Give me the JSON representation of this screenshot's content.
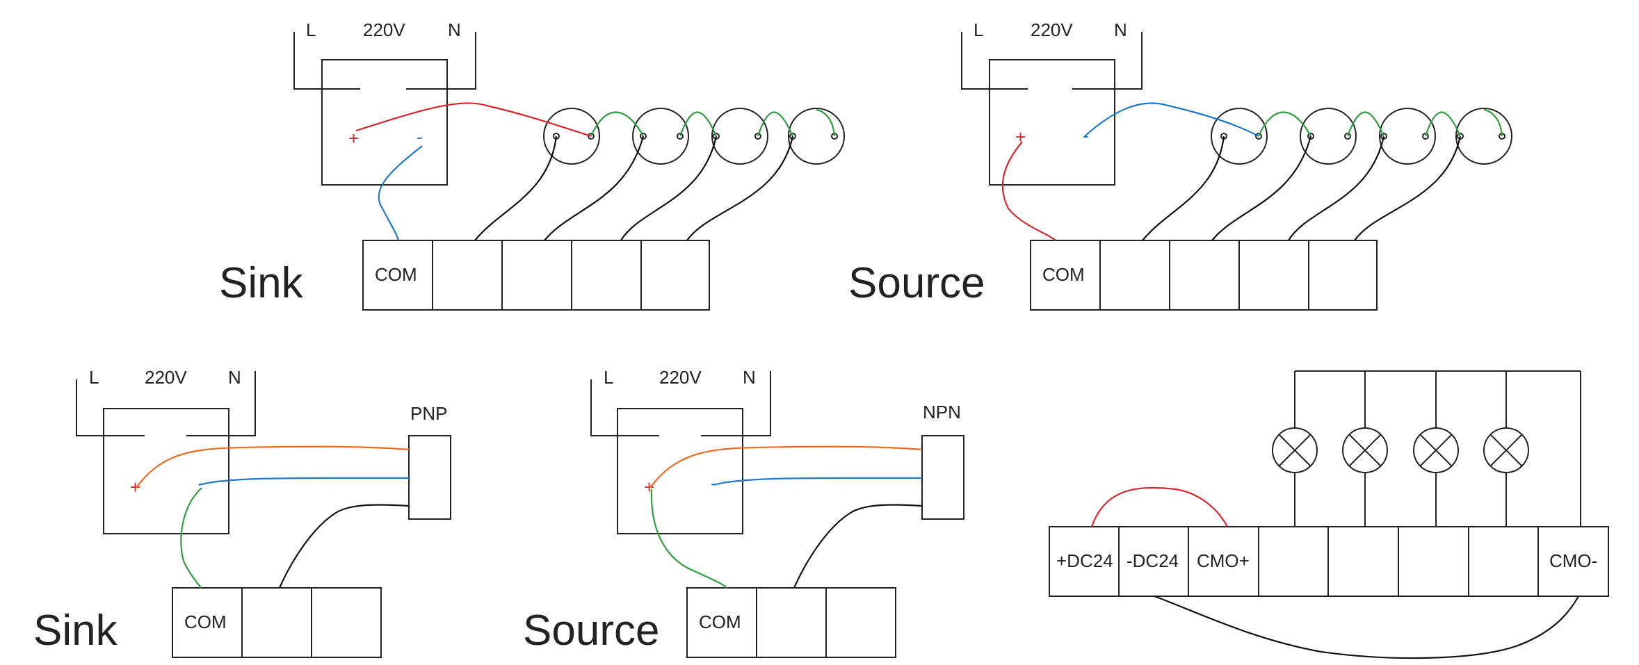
{
  "supply": {
    "l_label": "L",
    "voltage_label": "220V",
    "n_label": "N"
  },
  "polarity": {
    "plus": "+",
    "minus": "-"
  },
  "panels": {
    "sink_lamps": {
      "title": "Sink",
      "com_label": "COM"
    },
    "source_lamps": {
      "title": "Source",
      "com_label": "COM"
    },
    "sink_sensor": {
      "title": "Sink",
      "com_label": "COM",
      "sensor_label": "PNP"
    },
    "source_sensor": {
      "title": "Source",
      "com_label": "COM",
      "sensor_label": "NPN"
    },
    "dc_lamps": {
      "terminals": [
        "+DC24",
        "-DC24",
        "CMO+",
        "",
        "",
        "",
        "",
        "CMO-"
      ]
    }
  },
  "colors": {
    "line": "#222222",
    "positive_wire": "#d9262c",
    "negative_wire": "#1f78c8",
    "lamp_wire": "#2e9e3e",
    "sensor_positive_wire": "#ee6a1e"
  }
}
